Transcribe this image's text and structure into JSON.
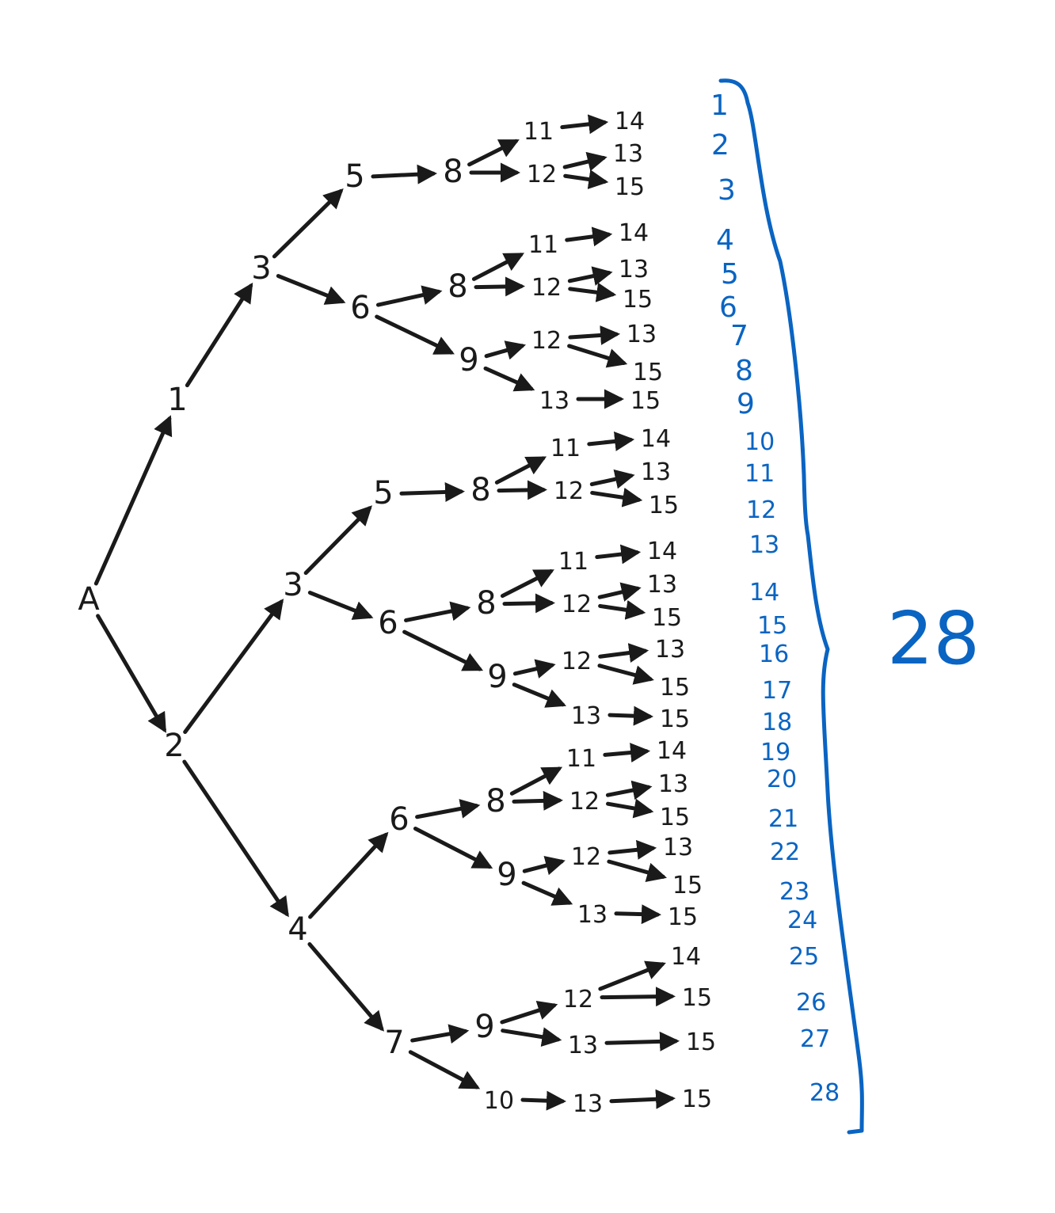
{
  "nodes": [
    {
      "id": "A",
      "label": "A"
    },
    {
      "id": "n1",
      "label": "1"
    },
    {
      "id": "n2",
      "label": "2"
    },
    {
      "id": "u3",
      "label": "3"
    },
    {
      "id": "m3",
      "label": "3"
    },
    {
      "id": "b4",
      "label": "4"
    },
    {
      "id": "u5",
      "label": "5"
    },
    {
      "id": "u6",
      "label": "6"
    },
    {
      "id": "m5",
      "label": "5"
    },
    {
      "id": "m6",
      "label": "6"
    },
    {
      "id": "b6",
      "label": "6"
    },
    {
      "id": "b7",
      "label": "7"
    },
    {
      "id": "a8",
      "label": "8"
    },
    {
      "id": "b8",
      "label": "8"
    },
    {
      "id": "c9",
      "label": "9"
    },
    {
      "id": "d8",
      "label": "8"
    },
    {
      "id": "e8",
      "label": "8"
    },
    {
      "id": "f9",
      "label": "9"
    },
    {
      "id": "g8",
      "label": "8"
    },
    {
      "id": "h9",
      "label": "9"
    },
    {
      "id": "i9",
      "label": "9"
    },
    {
      "id": "j10",
      "label": "10"
    },
    {
      "id": "a11",
      "label": "11"
    },
    {
      "id": "a12",
      "label": "12"
    },
    {
      "id": "a14",
      "label": "14"
    },
    {
      "id": "a13",
      "label": "13"
    },
    {
      "id": "a15",
      "label": "15"
    },
    {
      "id": "b11",
      "label": "11"
    },
    {
      "id": "b12",
      "label": "12"
    },
    {
      "id": "b14",
      "label": "14"
    },
    {
      "id": "b13",
      "label": "13"
    },
    {
      "id": "b15",
      "label": "15"
    },
    {
      "id": "c12",
      "label": "12"
    },
    {
      "id": "c13x",
      "label": "13"
    },
    {
      "id": "c13",
      "label": "13"
    },
    {
      "id": "c15a",
      "label": "15"
    },
    {
      "id": "c15b",
      "label": "15"
    },
    {
      "id": "d11",
      "label": "11"
    },
    {
      "id": "d12",
      "label": "12"
    },
    {
      "id": "d14",
      "label": "14"
    },
    {
      "id": "d13",
      "label": "13"
    },
    {
      "id": "d15",
      "label": "15"
    },
    {
      "id": "e11",
      "label": "11"
    },
    {
      "id": "e12",
      "label": "12"
    },
    {
      "id": "e14",
      "label": "14"
    },
    {
      "id": "e13",
      "label": "13"
    },
    {
      "id": "e15",
      "label": "15"
    },
    {
      "id": "f12",
      "label": "12"
    },
    {
      "id": "f13x",
      "label": "13"
    },
    {
      "id": "f13",
      "label": "13"
    },
    {
      "id": "f15a",
      "label": "15"
    },
    {
      "id": "f15b",
      "label": "15"
    },
    {
      "id": "g11",
      "label": "11"
    },
    {
      "id": "g12",
      "label": "12"
    },
    {
      "id": "g14",
      "label": "14"
    },
    {
      "id": "g13",
      "label": "13"
    },
    {
      "id": "g15",
      "label": "15"
    },
    {
      "id": "h12",
      "label": "12"
    },
    {
      "id": "h13x",
      "label": "13"
    },
    {
      "id": "h13",
      "label": "13"
    },
    {
      "id": "h15a",
      "label": "15"
    },
    {
      "id": "h15b",
      "label": "15"
    },
    {
      "id": "i14",
      "label": "14"
    },
    {
      "id": "i12",
      "label": "12"
    },
    {
      "id": "i15a",
      "label": "15"
    },
    {
      "id": "i13",
      "label": "13"
    },
    {
      "id": "i15b",
      "label": "15"
    },
    {
      "id": "j13",
      "label": "13"
    },
    {
      "id": "j15",
      "label": "15"
    }
  ],
  "edges": [
    [
      "A",
      "n1"
    ],
    [
      "A",
      "n2"
    ],
    [
      "n1",
      "u3"
    ],
    [
      "n2",
      "m3"
    ],
    [
      "n2",
      "b4"
    ],
    [
      "u3",
      "u5"
    ],
    [
      "u3",
      "u6"
    ],
    [
      "m3",
      "m5"
    ],
    [
      "m3",
      "m6"
    ],
    [
      "b4",
      "b6"
    ],
    [
      "b4",
      "b7"
    ],
    [
      "u5",
      "a8"
    ],
    [
      "u6",
      "b8"
    ],
    [
      "u6",
      "c9"
    ],
    [
      "m5",
      "d8"
    ],
    [
      "m6",
      "e8"
    ],
    [
      "m6",
      "f9"
    ],
    [
      "b6",
      "g8"
    ],
    [
      "b6",
      "h9"
    ],
    [
      "b7",
      "i9"
    ],
    [
      "b7",
      "j10"
    ],
    [
      "a8",
      "a11"
    ],
    [
      "a8",
      "a12"
    ],
    [
      "a11",
      "a14"
    ],
    [
      "a12",
      "a13"
    ],
    [
      "a12",
      "a15"
    ],
    [
      "b8",
      "b11"
    ],
    [
      "b8",
      "b12"
    ],
    [
      "b11",
      "b14"
    ],
    [
      "b12",
      "b13"
    ],
    [
      "b12",
      "b15"
    ],
    [
      "c9",
      "c12"
    ],
    [
      "c9",
      "c13"
    ],
    [
      "c12",
      "c13x"
    ],
    [
      "c12",
      "c15a"
    ],
    [
      "c13",
      "c15b"
    ],
    [
      "d8",
      "d11"
    ],
    [
      "d8",
      "d12"
    ],
    [
      "d11",
      "d14"
    ],
    [
      "d12",
      "d13"
    ],
    [
      "d12",
      "d15"
    ],
    [
      "e8",
      "e11"
    ],
    [
      "e8",
      "e12"
    ],
    [
      "e11",
      "e14"
    ],
    [
      "e12",
      "e13"
    ],
    [
      "e12",
      "e15"
    ],
    [
      "f9",
      "f12"
    ],
    [
      "f9",
      "f13"
    ],
    [
      "f12",
      "f13x"
    ],
    [
      "f12",
      "f15a"
    ],
    [
      "f13",
      "f15b"
    ],
    [
      "g8",
      "g11"
    ],
    [
      "g8",
      "g12"
    ],
    [
      "g11",
      "g14"
    ],
    [
      "g12",
      "g13"
    ],
    [
      "g12",
      "g15"
    ],
    [
      "h9",
      "h12"
    ],
    [
      "h9",
      "h13"
    ],
    [
      "h12",
      "h13x"
    ],
    [
      "h12",
      "h15a"
    ],
    [
      "h13",
      "h15b"
    ],
    [
      "i9",
      "i12"
    ],
    [
      "i9",
      "i13"
    ],
    [
      "i12",
      "i14"
    ],
    [
      "i12",
      "i15a"
    ],
    [
      "i13",
      "i15b"
    ],
    [
      "j10",
      "j13"
    ],
    [
      "j13",
      "j15"
    ]
  ],
  "path_counts": [
    "1",
    "2",
    "3",
    "4",
    "5",
    "6",
    "7",
    "8",
    "9",
    "10",
    "11",
    "12",
    "13",
    "14",
    "15",
    "16",
    "17",
    "18",
    "19",
    "20",
    "21",
    "22",
    "23",
    "24",
    "25",
    "26",
    "27",
    "28"
  ],
  "total": "28",
  "colors": {
    "ink": "#1a1a1a",
    "count": "#0a64c2"
  }
}
